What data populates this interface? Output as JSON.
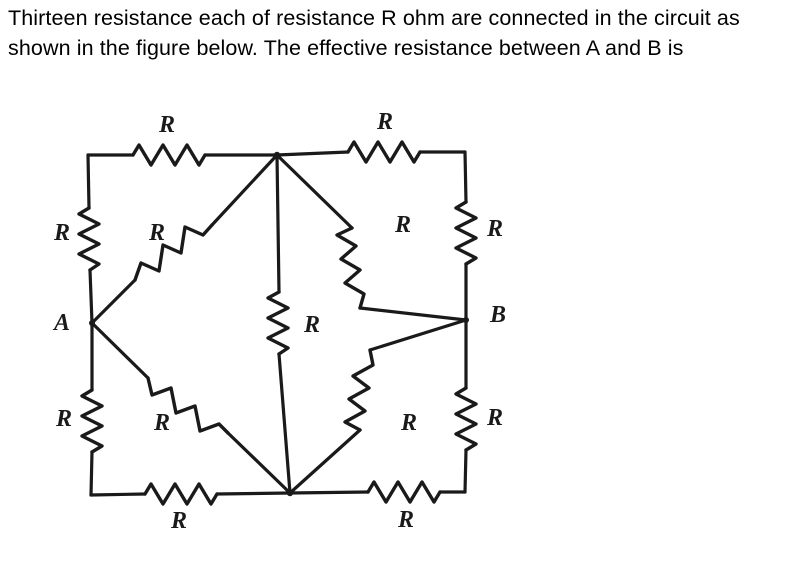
{
  "question": {
    "text": "Thirteen resistance each of resistance R ohm are connected in the circuit as shown in the figure below. The effective resistance between A and B is"
  },
  "figure": {
    "name": "resistor-network-circuit",
    "description": "Square outer loop with eight resistors and an inner diamond of four resistors plus one central vertical resistor, total thirteen equal resistors R",
    "resistor_count": 13,
    "terminals": [
      {
        "id": "A",
        "label": "A"
      },
      {
        "id": "B",
        "label": "B"
      }
    ],
    "resistors": [
      {
        "id": "r-top-left",
        "label": "R"
      },
      {
        "id": "r-top-right",
        "label": "R"
      },
      {
        "id": "r-left-upper",
        "label": "R"
      },
      {
        "id": "r-left-lower",
        "label": "R"
      },
      {
        "id": "r-right-upper",
        "label": "R"
      },
      {
        "id": "r-right-lower",
        "label": "R"
      },
      {
        "id": "r-bottom-left",
        "label": "R"
      },
      {
        "id": "r-bottom-right",
        "label": "R"
      },
      {
        "id": "r-diag-a-top",
        "label": "R"
      },
      {
        "id": "r-diag-top-b",
        "label": "R"
      },
      {
        "id": "r-diag-a-bottom",
        "label": "R"
      },
      {
        "id": "r-diag-bottom-b",
        "label": "R"
      },
      {
        "id": "r-center-vertical",
        "label": "R"
      }
    ],
    "colors": {
      "ink": "#1a1a1a",
      "background": "#ffffff"
    }
  }
}
